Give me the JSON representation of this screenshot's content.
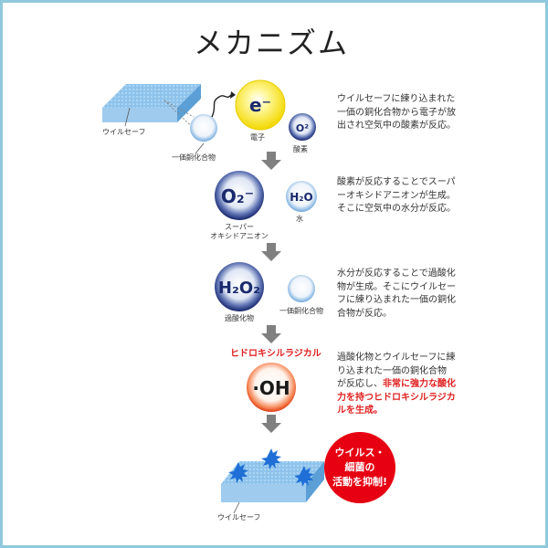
{
  "title": "メカニズム",
  "labels": {
    "uil_safe_top": "ウイルセーフ",
    "copper_top": "一価銅化合物",
    "electron": "電子",
    "oxygen": "酸素",
    "superoxide": "スーパー\nオキシドアニオン",
    "water": "水",
    "peroxide": "過酸化物",
    "copper_mid": "一価銅化合物",
    "hydroxyl_radical": "ヒドロキシルラジカル",
    "uil_safe_bottom": "ウイルセーフ"
  },
  "molecules": {
    "electron": "e⁻",
    "oxygen": "O²",
    "superoxide": "O₂⁻",
    "water": "H₂O",
    "peroxide": "H₂O₂",
    "hydroxyl": "·OH"
  },
  "descriptions": {
    "step1": "ウイルセーフに練り込まれた\n一価の銅化合物から電子が放\n出され空気中の酸素が反応。",
    "step2": "酸素が反応することでスーパ\nーオキシドアニオンが生成。\nそこに空気中の水分が反応。",
    "step3": "水分が反応することで過酸化\n物が生成。そこにウイルセー\nフに練り込まれた一価の銅化\n合物が反応。",
    "step4_normal": "過酸化物とウイルセーフに練\nり込まれた一価の銅化合物\nが反応し、",
    "step4_red": "非常に強力な酸化\n力を持つヒドロキシルラジカ\nルを生成。"
  },
  "badge": "ウイルス・\n細菌の\n活動を抑制!",
  "colors": {
    "frame": "#8ec8dc",
    "accent_red": "#e60012",
    "electron_yellow": "#f5e21a",
    "navy": "#1a2a6e",
    "virus_blue": "#1f6fd6"
  }
}
